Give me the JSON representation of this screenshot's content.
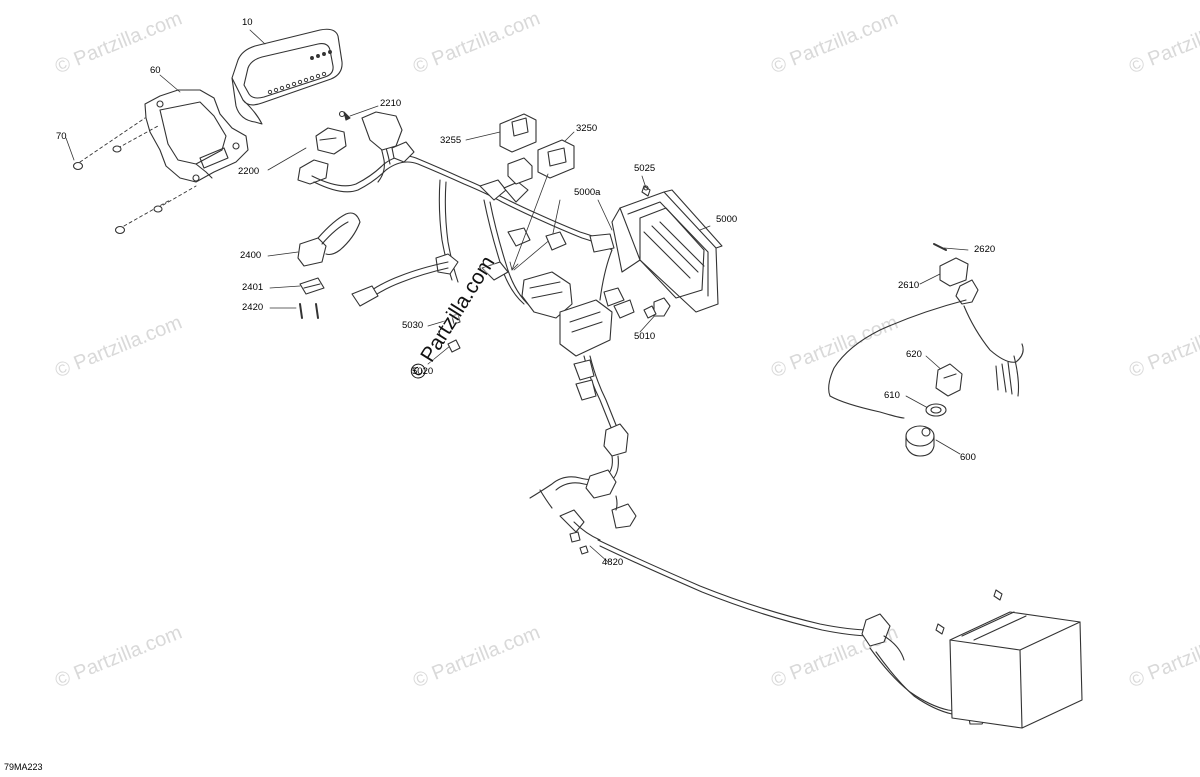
{
  "watermark_text": "© Partzilla.com",
  "figure_code": "79MA223",
  "parts": [
    {
      "ref": "10",
      "label": "10"
    },
    {
      "ref": "60",
      "label": "60"
    },
    {
      "ref": "70",
      "label": "70"
    },
    {
      "ref": "2200",
      "label": "2200"
    },
    {
      "ref": "2210",
      "label": "2210"
    },
    {
      "ref": "2400",
      "label": "2400"
    },
    {
      "ref": "2401",
      "label": "2401"
    },
    {
      "ref": "2420",
      "label": "2420"
    },
    {
      "ref": "3250",
      "label": "3250"
    },
    {
      "ref": "3255",
      "label": "3255"
    },
    {
      "ref": "4820",
      "label": "4820"
    },
    {
      "ref": "5000",
      "label": "5000"
    },
    {
      "ref": "5000a",
      "label": "5000a"
    },
    {
      "ref": "5010",
      "label": "5010"
    },
    {
      "ref": "5020",
      "label": "5020"
    },
    {
      "ref": "5025",
      "label": "5025"
    },
    {
      "ref": "5030",
      "label": "5030"
    },
    {
      "ref": "600",
      "label": "600"
    },
    {
      "ref": "610",
      "label": "610"
    },
    {
      "ref": "620",
      "label": "620"
    },
    {
      "ref": "2610",
      "label": "2610"
    },
    {
      "ref": "2620",
      "label": "2620"
    }
  ],
  "colors": {
    "line": "#333333",
    "watermark": "#d9d9d9",
    "background": "#ffffff"
  }
}
